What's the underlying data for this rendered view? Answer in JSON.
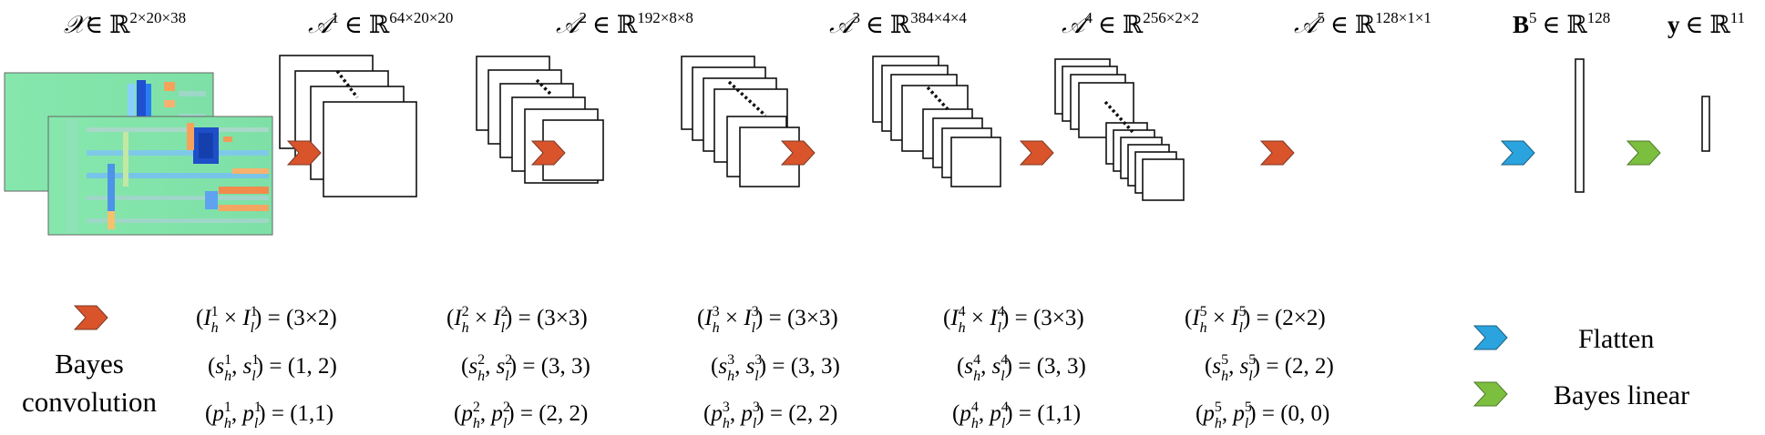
{
  "tensors": [
    {
      "symbol": "𝒳",
      "space": "∈ ℝ",
      "sup": "",
      "dims": "2×20×38"
    },
    {
      "symbol": "𝒜",
      "space": "∈ ℝ",
      "sup": "1",
      "dims": "64×20×20"
    },
    {
      "symbol": "𝒜",
      "space": "∈ ℝ",
      "sup": "2",
      "dims": "192×8×8"
    },
    {
      "symbol": "𝒜",
      "space": "∈ ℝ",
      "sup": "3",
      "dims": "384×4×4"
    },
    {
      "symbol": "𝒜",
      "space": "∈ ℝ",
      "sup": "4",
      "dims": "256×2×2"
    },
    {
      "symbol": "𝒜",
      "space": "∈ ℝ",
      "sup": "5",
      "dims": "128×1×1"
    },
    {
      "symbol": "B",
      "space": "∈ ℝ",
      "sup": "5",
      "dims": "128"
    },
    {
      "symbol": "y",
      "space": "∈ ℝ",
      "sup": "",
      "dims": "11"
    }
  ],
  "layers": [
    {
      "kernel": "(3×2)",
      "stride": "(1, 2)",
      "padding": "(1,1)",
      "idx": "1"
    },
    {
      "kernel": "(3×3)",
      "stride": "(3, 3)",
      "padding": "(2, 2)",
      "idx": "2"
    },
    {
      "kernel": "(3×3)",
      "stride": "(3, 3)",
      "padding": "(2, 2)",
      "idx": "3"
    },
    {
      "kernel": "(3×3)",
      "stride": "(3, 3)",
      "padding": "(1,1)",
      "idx": "4"
    },
    {
      "kernel": "(2×2)",
      "stride": "(2, 2)",
      "padding": "(0, 0)",
      "idx": "5"
    }
  ],
  "legend": {
    "bayes_conv_line1": "Bayes",
    "bayes_conv_line2": "convolution",
    "flatten": "Flatten",
    "bayes_linear": "Bayes linear"
  },
  "colors": {
    "conv_arrow": "#d9532b",
    "flatten_arrow": "#2aa3de",
    "linear_arrow": "#7cbf3f",
    "heatmap_bg": "#7fe3a6"
  }
}
